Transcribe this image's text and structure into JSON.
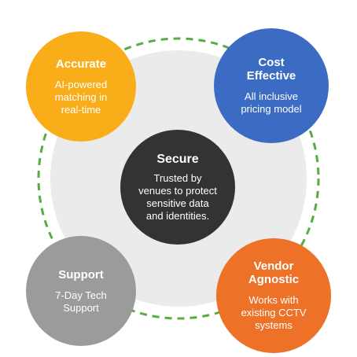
{
  "colors": {
    "background": "#ffffff",
    "disc": "#ebebeb",
    "ring": "#5aab45",
    "center": "#333333",
    "accurate": "#f9ad19",
    "cost_effective": "#3c6bc4",
    "support": "#9b9b9b",
    "vendor_agnostic": "#ee7128",
    "text": "#ffffff"
  },
  "center": {
    "title": "Secure",
    "desc": "Trusted by\nvenues to protect\nsensitive data\nand identities."
  },
  "nodes": {
    "accurate": {
      "title": "Accurate",
      "desc": "AI-powered\nmatching in\nreal-time"
    },
    "cost_effective": {
      "title": "Cost\nEffective",
      "desc": "All inclusive\npricing model"
    },
    "support": {
      "title": "Support",
      "desc": "7-Day Tech\nSupport"
    },
    "vendor_agnostic": {
      "title": "Vendor\nAgnostic",
      "desc": "Works with\nexisting CCTV\nsystems"
    }
  }
}
